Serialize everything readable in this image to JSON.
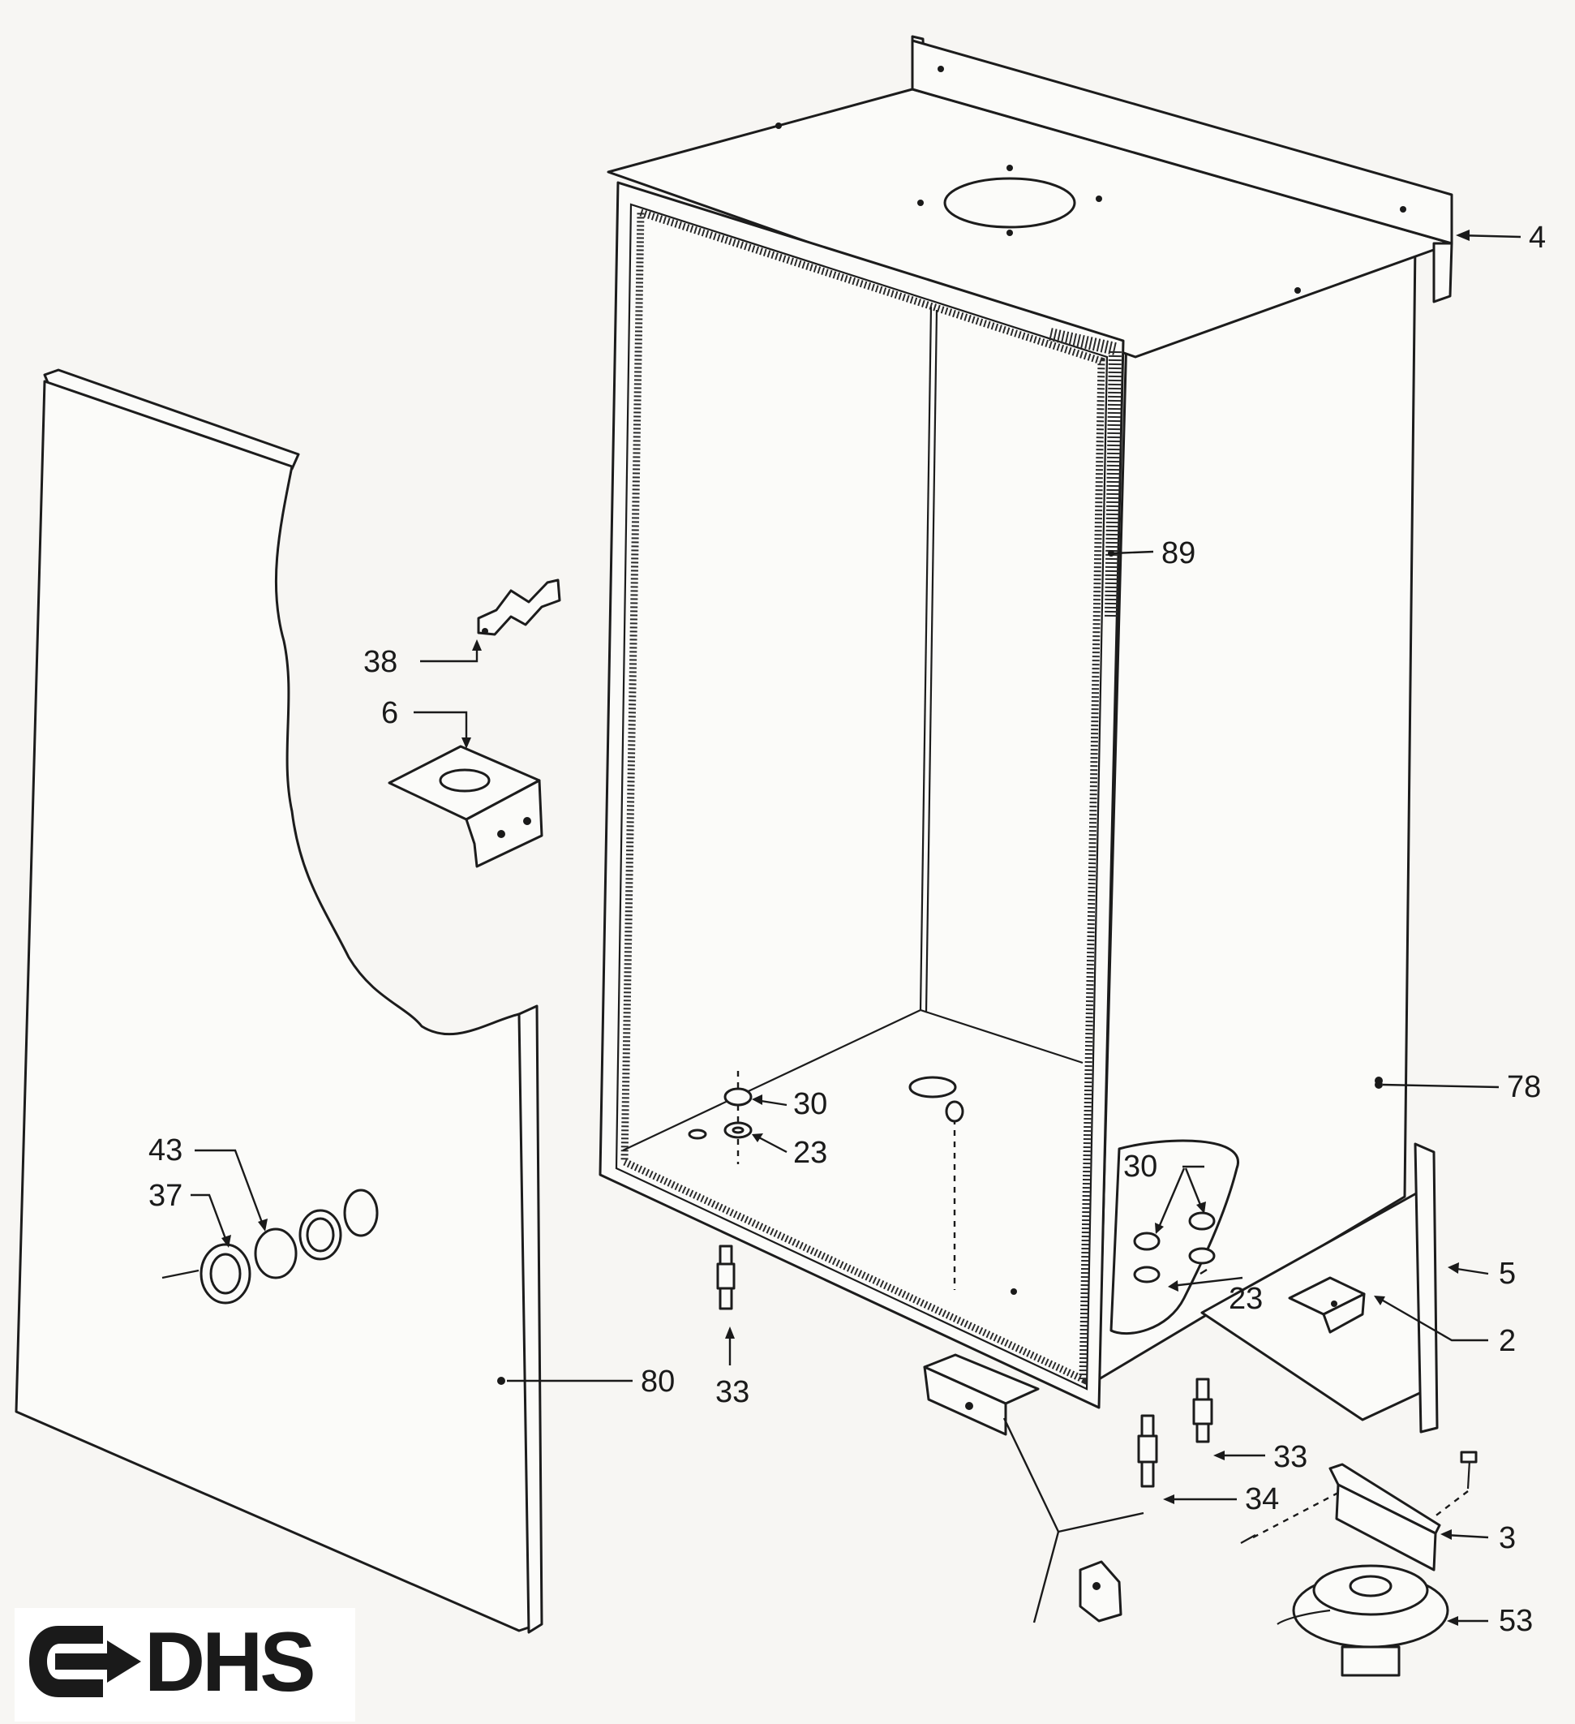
{
  "callouts": [
    {
      "id": "4",
      "text": "4"
    },
    {
      "id": "89",
      "text": "89"
    },
    {
      "id": "38",
      "text": "38"
    },
    {
      "id": "6",
      "text": "6"
    },
    {
      "id": "78",
      "text": "78"
    },
    {
      "id": "30a",
      "text": "30"
    },
    {
      "id": "23a",
      "text": "23"
    },
    {
      "id": "43",
      "text": "43"
    },
    {
      "id": "37",
      "text": "37"
    },
    {
      "id": "30b",
      "text": "30"
    },
    {
      "id": "5",
      "text": "5"
    },
    {
      "id": "23b",
      "text": "23"
    },
    {
      "id": "2",
      "text": "2"
    },
    {
      "id": "80",
      "text": "80"
    },
    {
      "id": "33a",
      "text": "33"
    },
    {
      "id": "33b",
      "text": "33"
    },
    {
      "id": "34",
      "text": "34"
    },
    {
      "id": "3",
      "text": "3"
    },
    {
      "id": "53",
      "text": "53"
    }
  ],
  "logo": {
    "text": "DHS"
  },
  "colors": {
    "ink": "#1a1a1a",
    "paper": "#f7f6f3"
  }
}
